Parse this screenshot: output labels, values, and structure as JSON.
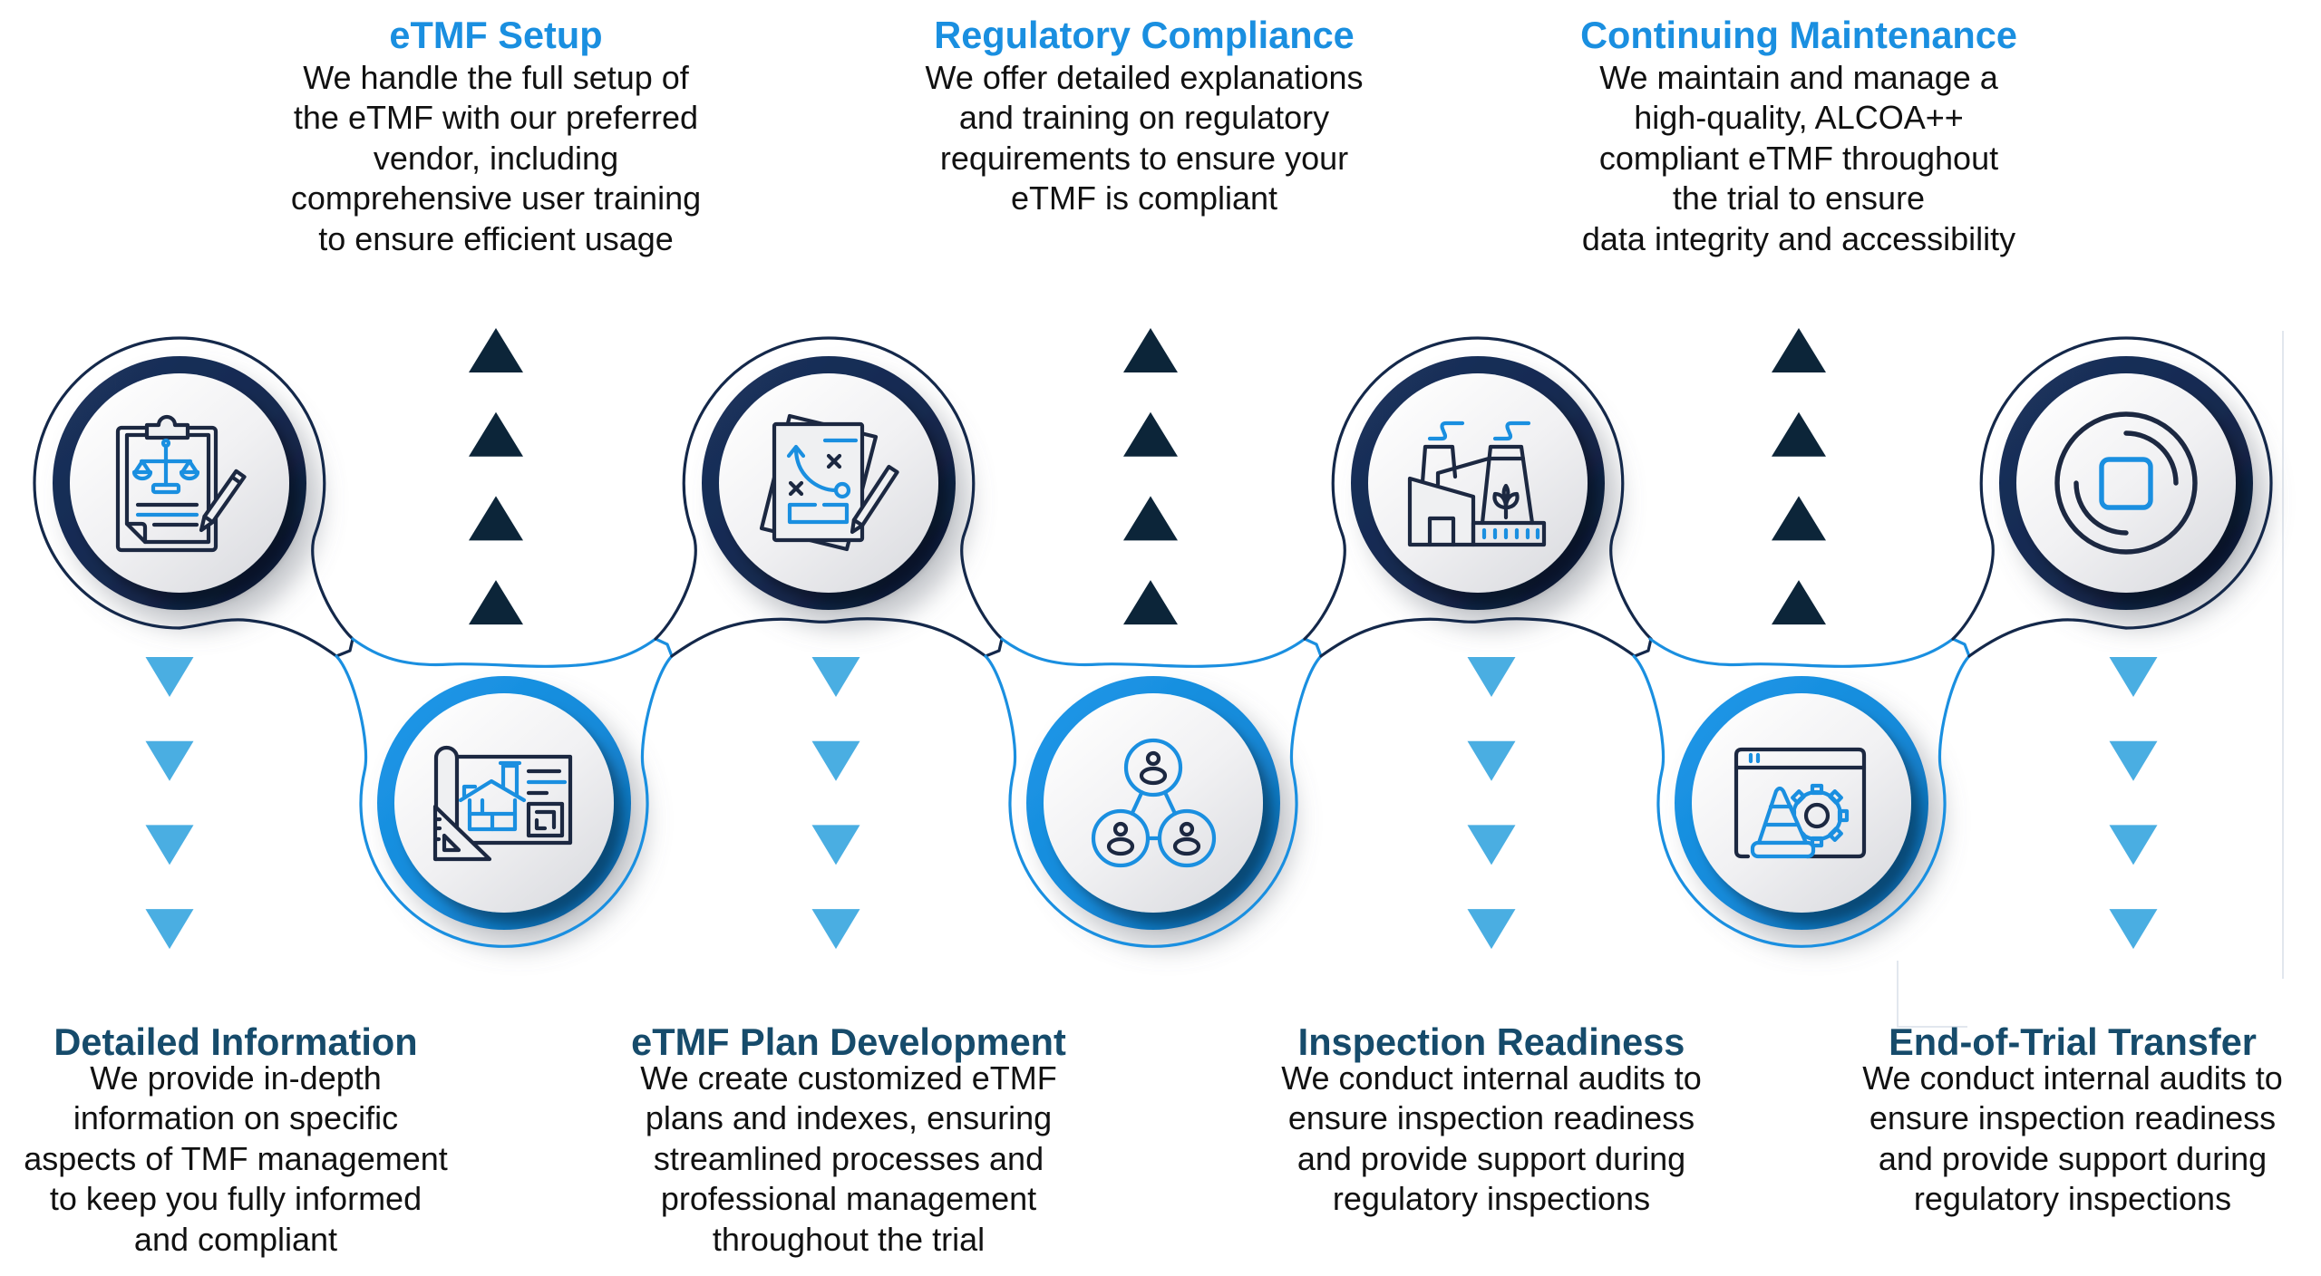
{
  "colors": {
    "title_top": "#1a8fe0",
    "title_bottom": "#164b6b",
    "text": "#111111",
    "arrow_up": "#0c2539",
    "arrow_down": "#4aaee2",
    "icon_dark": "#1c2841",
    "icon_blue": "#1a8fe0",
    "line_dark": "#14284a",
    "line_blue": "#1a8fe0"
  },
  "arrows": {
    "up_icon": "triangle-up-icon",
    "down_icon": "triangle-down-icon",
    "count_per_column": 4
  },
  "steps": [
    {
      "title": "Detailed Information",
      "lines": [
        "We provide in-depth",
        "information on specific",
        "aspects of TMF management",
        "to keep you fully informed",
        "and compliant"
      ],
      "icon": "clipboard-scales-icon"
    },
    {
      "title": "eTMF Setup",
      "lines": [
        "We handle the full setup of",
        "the eTMF with our preferred",
        "vendor, including",
        "comprehensive user training",
        "to ensure efficient usage"
      ],
      "icon": "blueprint-house-icon"
    },
    {
      "title": "eTMF Plan Development",
      "lines": [
        "We create customized eTMF",
        "plans and indexes, ensuring",
        "streamlined processes and",
        "professional management",
        "throughout the trial"
      ],
      "icon": "strategy-plan-icon"
    },
    {
      "title": "Regulatory Compliance",
      "lines": [
        "We offer detailed explanations",
        "and training on regulatory",
        "requirements to ensure your",
        "eTMF is compliant"
      ],
      "icon": "team-network-icon"
    },
    {
      "title": "Inspection Readiness",
      "lines": [
        "We conduct internal audits to",
        "ensure inspection readiness",
        "and provide support during",
        "regulatory inspections"
      ],
      "icon": "eco-factory-icon"
    },
    {
      "title": "Continuing Maintenance",
      "lines": [
        "We maintain and manage a",
        "high-quality, ALCOA++",
        "compliant eTMF throughout",
        "the trial to ensure",
        "data integrity and accessibility"
      ],
      "icon": "maintenance-cone-gear-icon"
    },
    {
      "title": "End-of-Trial Transfer",
      "lines": [
        "We conduct internal audits to",
        "ensure inspection readiness",
        "and provide support during",
        "regulatory inspections"
      ],
      "icon": "home-button-icon"
    }
  ]
}
